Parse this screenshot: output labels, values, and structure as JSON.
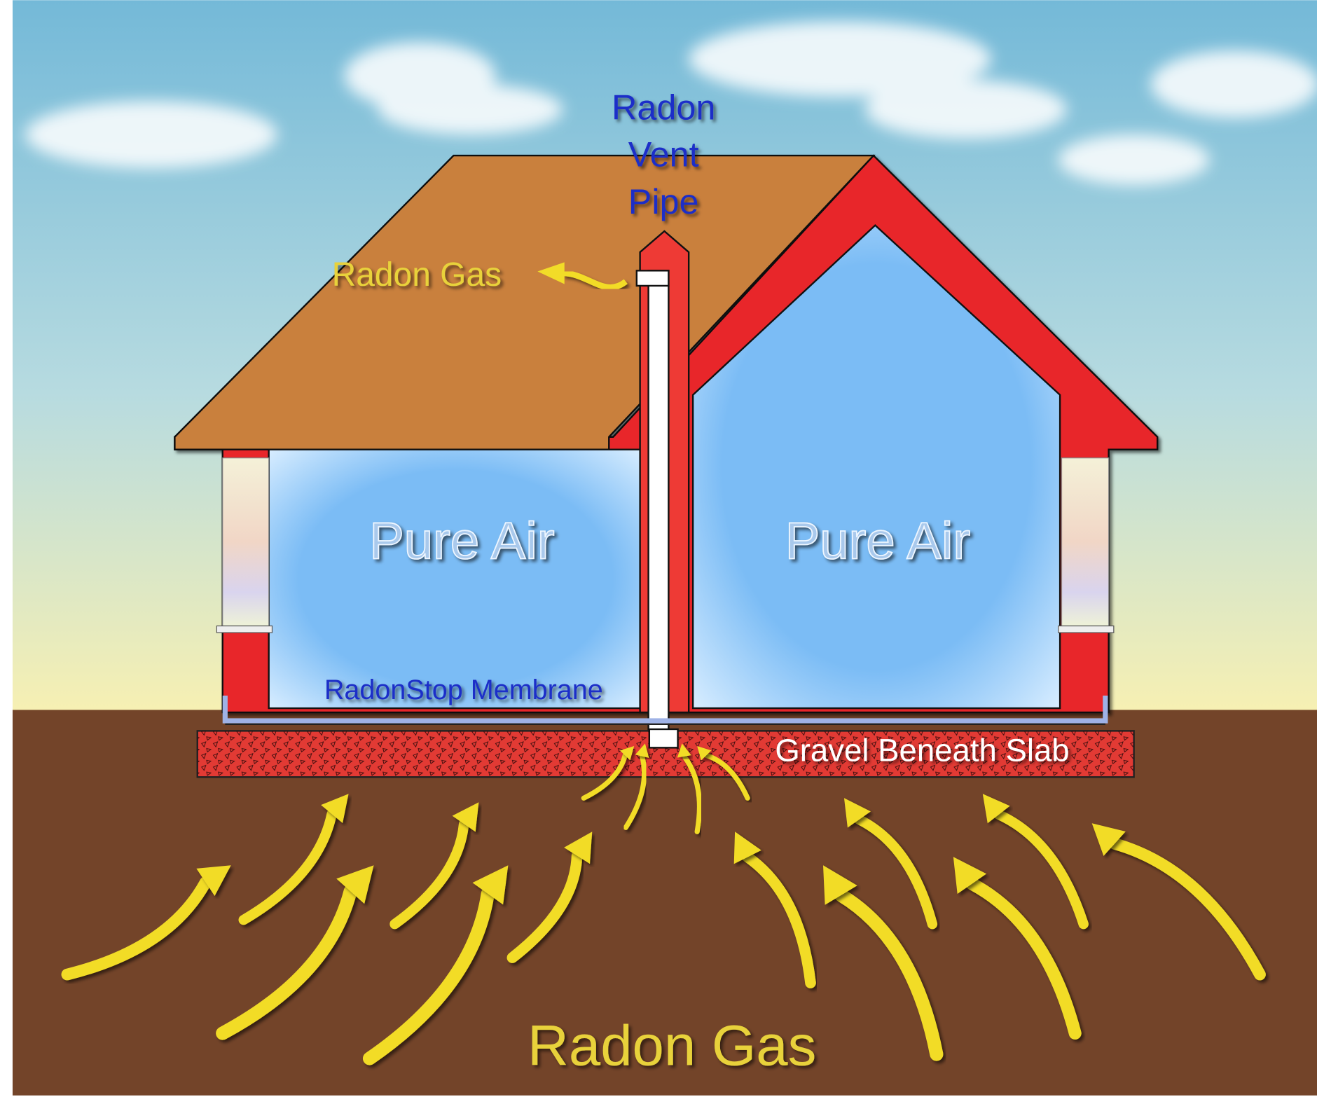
{
  "labels": {
    "vent_pipe_line1": "Radon",
    "vent_pipe_line2": "Vent",
    "vent_pipe_line3": "Pipe",
    "pipe_exhaust_gas": "Radon Gas",
    "left_room": "Pure Air",
    "right_room": "Pure Air",
    "membrane": "RadonStop Membrane",
    "gravel": "Gravel Beneath Slab",
    "ground_gas": "Radon Gas"
  },
  "colors": {
    "sky_top": "#7fc1dc",
    "sky_bottom": "#f6efb4",
    "roof": "#c9803e",
    "walls": "#e8262a",
    "room_air": "#7dbdf5",
    "pipe": "#ffffff",
    "membrane": "#9fb2e6",
    "soil": "#7a4a2c",
    "arrows": "#f2dc28",
    "label_blue": "#1a2fc8",
    "label_yellow": "#e8d23a"
  }
}
